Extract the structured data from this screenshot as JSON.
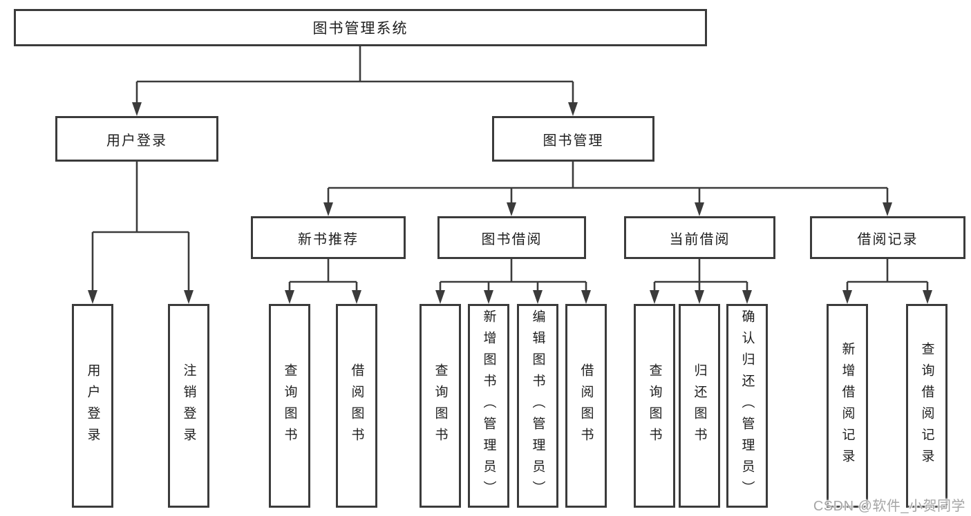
{
  "tree": {
    "root": "图书管理系统",
    "level2": [
      {
        "label": "用户登录",
        "leaves": [
          "用户登录",
          "注销登录"
        ]
      },
      {
        "label": "图书管理",
        "level3": [
          {
            "label": "新书推荐",
            "leaves": [
              "查询图书",
              "借阅图书"
            ]
          },
          {
            "label": "图书借阅",
            "leaves": [
              "查询图书",
              "新增图书（管理员）",
              "编辑图书（管理员）",
              "借阅图书"
            ]
          },
          {
            "label": "当前借阅",
            "leaves": [
              "查询图书",
              "归还图书",
              "确认归还（管理员）"
            ]
          },
          {
            "label": "借阅记录",
            "leaves": [
              "新增借阅记录",
              "查询借阅记录"
            ]
          }
        ]
      }
    ]
  },
  "line_color": "#3b3b3b",
  "watermark": "CSDN @软件_小贺同学"
}
